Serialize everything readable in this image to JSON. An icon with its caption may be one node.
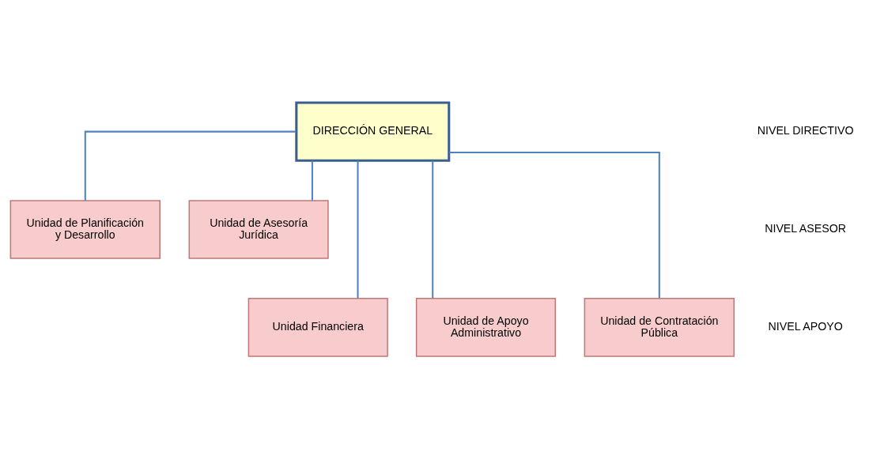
{
  "diagram": {
    "nodes": [
      {
        "text": [
          "DIRECCIÓN GENERAL"
        ]
      },
      {
        "text": [
          "Unidad de Planificación y Desarrollo"
        ]
      },
      {
        "text": [
          "Unidad de Asesoría Jurídica"
        ]
      },
      {
        "text": [
          "Unidad Financiera"
        ]
      },
      {
        "text": [
          "Unidad de Apoyo Administrativo"
        ]
      },
      {
        "text": [
          "Unidad de Contratación Pública"
        ]
      }
    ],
    "edges": [
      {
        "from": 0,
        "to": 1,
        "arrow": "none"
      },
      {
        "from": 0,
        "to": 2,
        "arrow": "none"
      },
      {
        "from": 0,
        "to": 3,
        "arrow": "none"
      },
      {
        "from": 0,
        "to": 4,
        "arrow": "none"
      },
      {
        "from": 0,
        "to": 5,
        "arrow": "none"
      }
    ],
    "labels": [
      "NIVEL DIRECTIVO",
      "NIVEL ASESOR",
      "NIVEL APOYO"
    ]
  }
}
